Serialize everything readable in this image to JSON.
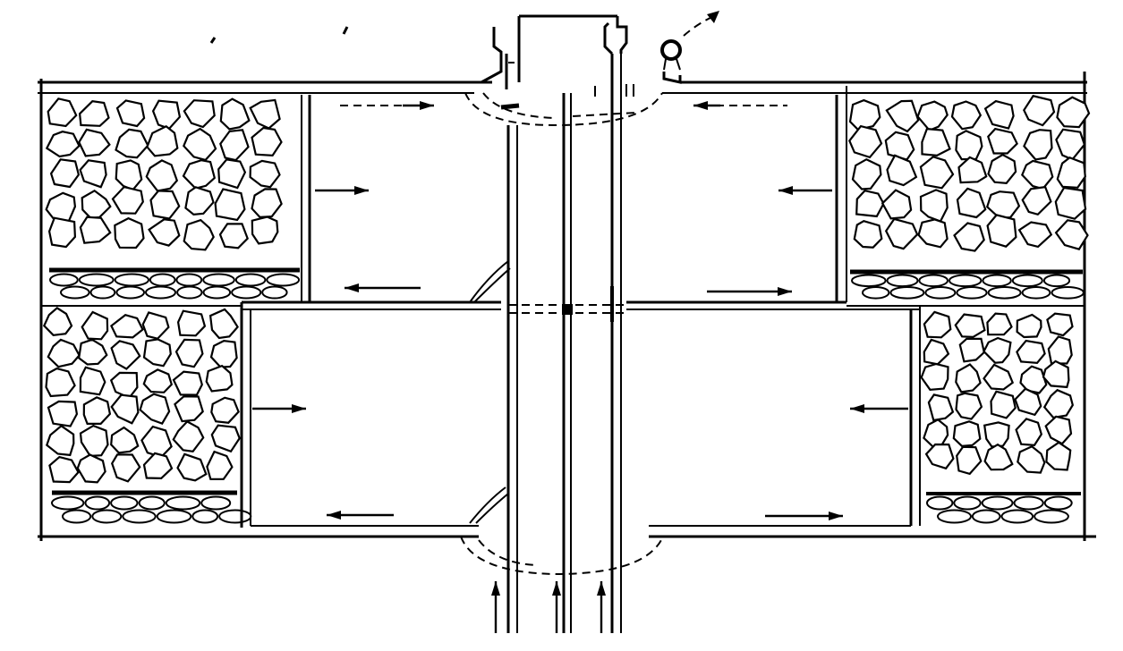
{
  "diagram": {
    "levels": [
      {
        "id": "upper",
        "chambers": [
          "left",
          "right"
        ],
        "flow_arrows": [
          "right",
          "left",
          "left",
          "right"
        ]
      },
      {
        "id": "lower",
        "chambers": [
          "left",
          "right"
        ],
        "flow_arrows": [
          "right",
          "left",
          "left",
          "right"
        ]
      }
    ],
    "central_shaft": {
      "pipes": 3,
      "inflow_arrows": 3
    },
    "fill_material": "rock",
    "colors": {
      "ink": "#000000",
      "background": "#ffffff"
    }
  }
}
